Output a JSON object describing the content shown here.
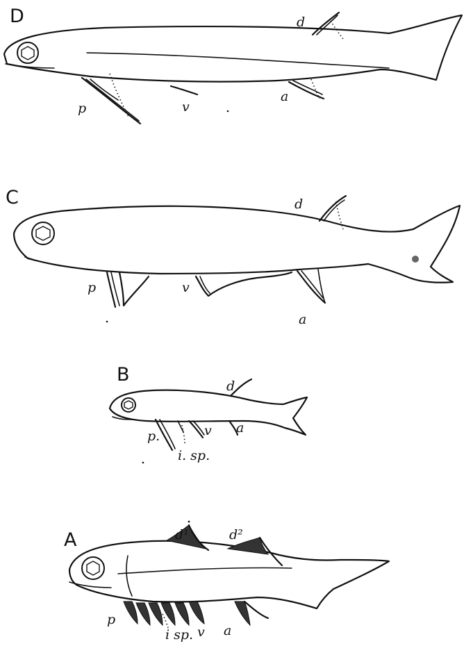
{
  "figure": {
    "panels": [
      {
        "letter": "D",
        "labels": {
          "dorsal": "d",
          "pectoral": "p",
          "ventral": "v",
          "anal": "a"
        }
      },
      {
        "letter": "C",
        "labels": {
          "dorsal": "d",
          "pectoral": "p",
          "ventral": "v",
          "anal": "a"
        }
      },
      {
        "letter": "B",
        "labels": {
          "dorsal": "d",
          "pectoral": "p.",
          "ventral": "v",
          "anal": "a",
          "intermediate": "i. sp."
        }
      },
      {
        "letter": "A",
        "labels": {
          "dorsal1": "d¹",
          "dorsal2": "d²",
          "pectoral": "p",
          "ventral": "v",
          "anal": "a",
          "intermediate": "i sp."
        }
      }
    ]
  }
}
